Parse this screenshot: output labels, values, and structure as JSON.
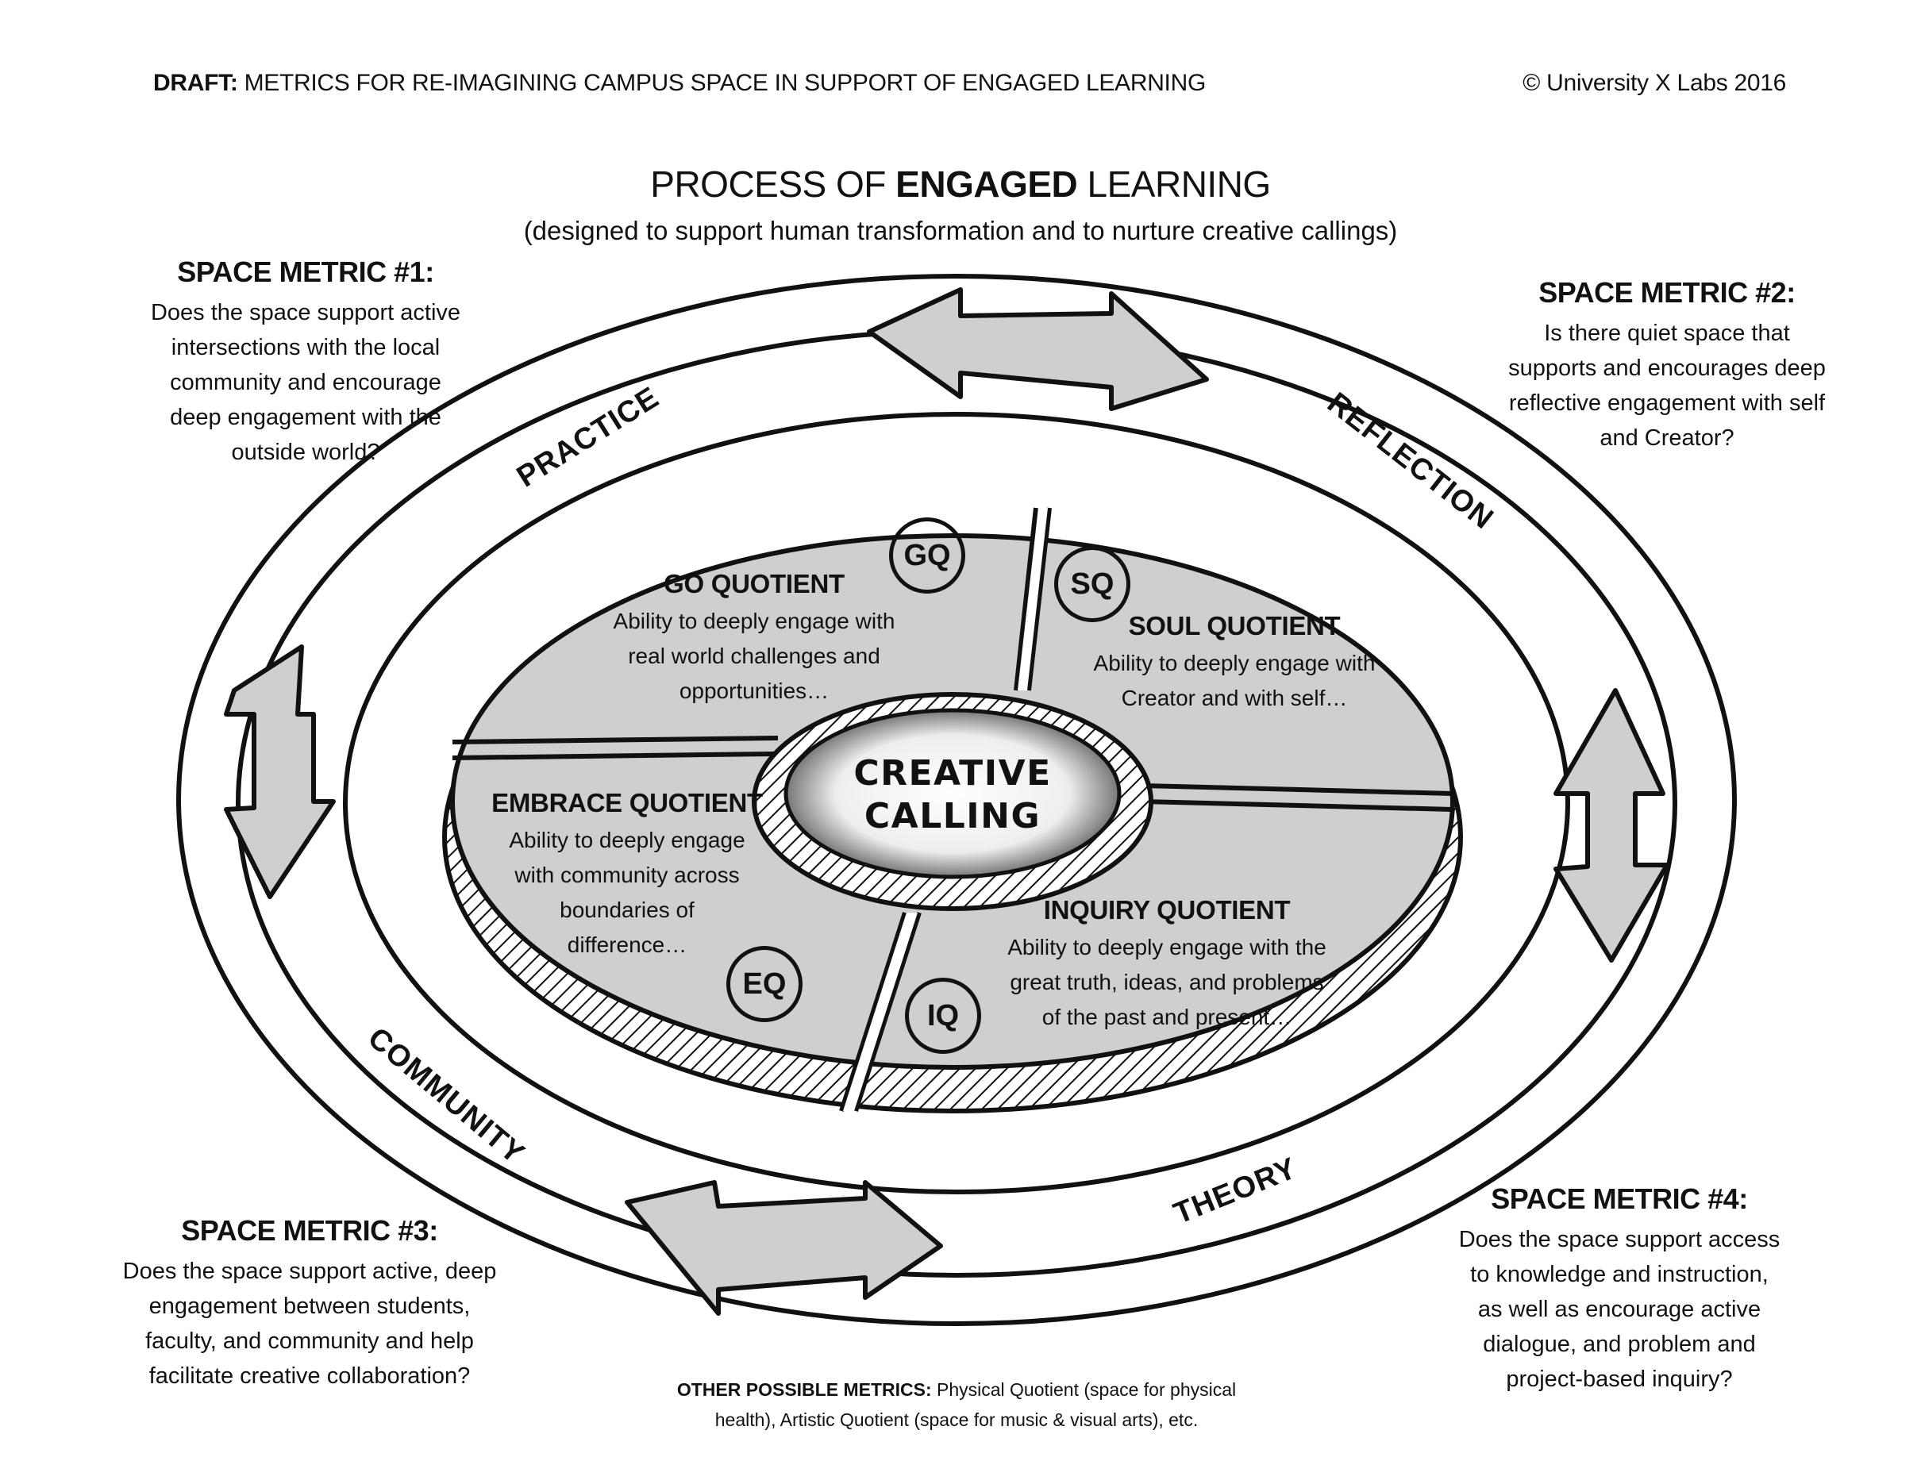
{
  "header": {
    "draft_label": "DRAFT:",
    "draft_text": "METRICS FOR RE-IMAGINING CAMPUS SPACE IN SUPPORT OF ENGAGED LEARNING",
    "copyright": "© University X Labs 2016"
  },
  "title": {
    "prefix": "PROCESS OF",
    "emphasis": "ENGAGED",
    "suffix": "LEARNING",
    "subtitle": "(designed to support human transformation and to nurture creative callings)"
  },
  "metrics": [
    {
      "title": "SPACE METRIC #1:",
      "lines": [
        "Does the space support active",
        "intersections with the local",
        "community and encourage",
        "deep engagement with the",
        "outside world?"
      ]
    },
    {
      "title": "SPACE METRIC #2:",
      "lines": [
        "Is there quiet space that",
        "supports and encourages deep",
        "reflective engagement with self",
        "and Creator?"
      ]
    },
    {
      "title": "SPACE METRIC #3:",
      "lines": [
        "Does the space support active, deep",
        "engagement between students,",
        "faculty, and community and help",
        "facilitate creative collaboration?"
      ]
    },
    {
      "title": "SPACE METRIC #4:",
      "lines": [
        "Does the space support access",
        "to knowledge and instruction,",
        "as well as encourage active",
        "dialogue, and problem and",
        "project-based inquiry?"
      ]
    }
  ],
  "phases": {
    "practice": "PRACTICE",
    "reflection": "REFLECTION",
    "community": "COMMUNITY",
    "theory": "THEORY"
  },
  "quotients": [
    {
      "badge": "GQ",
      "title": "GO QUOTIENT",
      "lines": [
        "Ability to deeply engage with",
        "real world challenges and",
        "opportunities…"
      ]
    },
    {
      "badge": "SQ",
      "title": "SOUL QUOTIENT",
      "lines": [
        "Ability to deeply engage with",
        "Creator and with self…"
      ]
    },
    {
      "badge": "EQ",
      "title": "EMBRACE QUOTIENT",
      "lines": [
        "Ability to deeply engage",
        "with community across",
        "boundaries of",
        "difference…"
      ]
    },
    {
      "badge": "IQ",
      "title": "INQUIRY QUOTIENT",
      "lines": [
        "Ability to deeply engage with the",
        "great truth, ideas, and problems",
        "of the past and present…"
      ]
    }
  ],
  "center": {
    "line1": "CREATIVE",
    "line2": "CALLING"
  },
  "other": {
    "label": "OTHER POSSIBLE METRICS:",
    "line1": "Physical Quotient (space for physical",
    "line2": "health), Artistic Quotient (space for music & visual arts), etc."
  }
}
